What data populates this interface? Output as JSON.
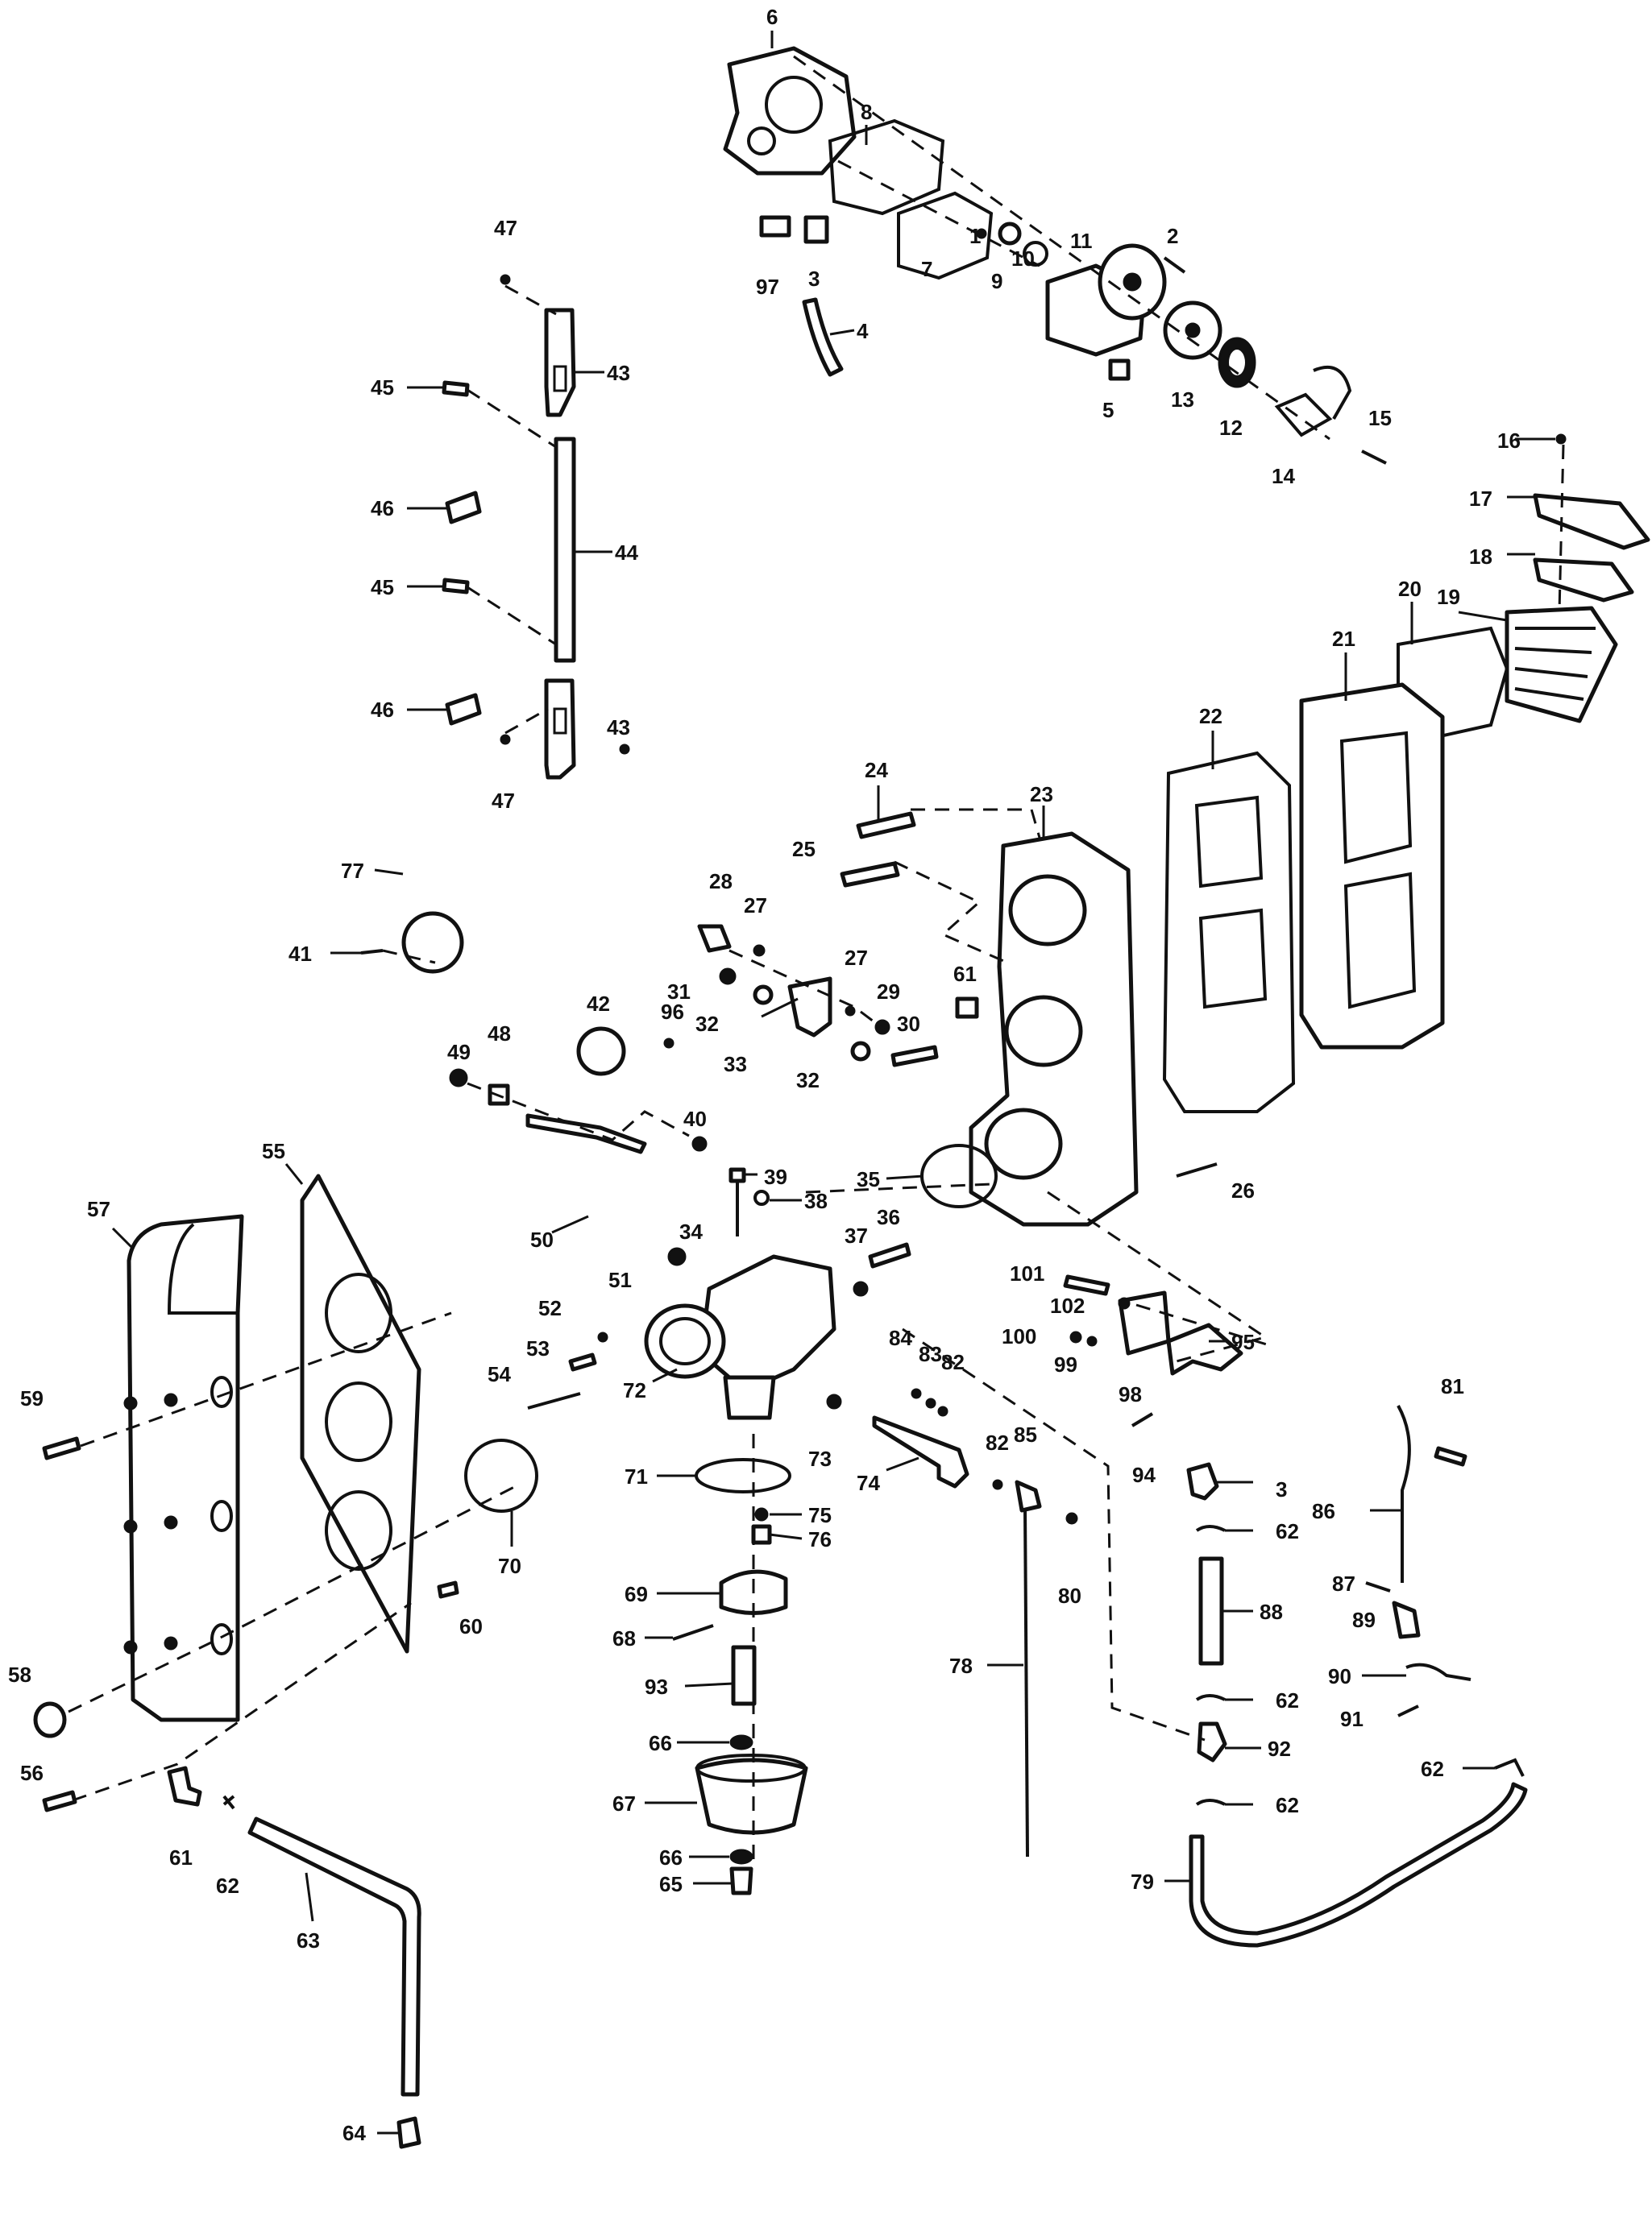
{
  "callouts": [
    {
      "id": "p1",
      "label": "1"
    },
    {
      "id": "p2",
      "label": "2"
    },
    {
      "id": "p3",
      "label": "3"
    },
    {
      "id": "p3b",
      "label": "3"
    },
    {
      "id": "p4",
      "label": "4"
    },
    {
      "id": "p5",
      "label": "5"
    },
    {
      "id": "p6",
      "label": "6"
    },
    {
      "id": "p7",
      "label": "7"
    },
    {
      "id": "p8",
      "label": "8"
    },
    {
      "id": "p9",
      "label": "9"
    },
    {
      "id": "p10",
      "label": "10"
    },
    {
      "id": "p11",
      "label": "11"
    },
    {
      "id": "p12",
      "label": "12"
    },
    {
      "id": "p13",
      "label": "13"
    },
    {
      "id": "p14",
      "label": "14"
    },
    {
      "id": "p15",
      "label": "15"
    },
    {
      "id": "p16",
      "label": "16"
    },
    {
      "id": "p17",
      "label": "17"
    },
    {
      "id": "p18",
      "label": "18"
    },
    {
      "id": "p19",
      "label": "19"
    },
    {
      "id": "p20",
      "label": "20"
    },
    {
      "id": "p21",
      "label": "21"
    },
    {
      "id": "p22",
      "label": "22"
    },
    {
      "id": "p23",
      "label": "23"
    },
    {
      "id": "p24",
      "label": "24"
    },
    {
      "id": "p25",
      "label": "25"
    },
    {
      "id": "p26",
      "label": "26"
    },
    {
      "id": "p27",
      "label": "27"
    },
    {
      "id": "p27b",
      "label": "27"
    },
    {
      "id": "p28",
      "label": "28"
    },
    {
      "id": "p29",
      "label": "29"
    },
    {
      "id": "p30",
      "label": "30"
    },
    {
      "id": "p31",
      "label": "31"
    },
    {
      "id": "p32",
      "label": "32"
    },
    {
      "id": "p32b",
      "label": "32"
    },
    {
      "id": "p33",
      "label": "33"
    },
    {
      "id": "p34",
      "label": "34"
    },
    {
      "id": "p35",
      "label": "35"
    },
    {
      "id": "p36",
      "label": "36"
    },
    {
      "id": "p37",
      "label": "37"
    },
    {
      "id": "p38",
      "label": "38"
    },
    {
      "id": "p39",
      "label": "39"
    },
    {
      "id": "p40",
      "label": "40"
    },
    {
      "id": "p41",
      "label": "41"
    },
    {
      "id": "p42",
      "label": "42"
    },
    {
      "id": "p43",
      "label": "43"
    },
    {
      "id": "p43b",
      "label": "43"
    },
    {
      "id": "p44",
      "label": "44"
    },
    {
      "id": "p45",
      "label": "45"
    },
    {
      "id": "p45b",
      "label": "45"
    },
    {
      "id": "p46",
      "label": "46"
    },
    {
      "id": "p46b",
      "label": "46"
    },
    {
      "id": "p47",
      "label": "47"
    },
    {
      "id": "p47b",
      "label": "47"
    },
    {
      "id": "p48",
      "label": "48"
    },
    {
      "id": "p49",
      "label": "49"
    },
    {
      "id": "p50",
      "label": "50"
    },
    {
      "id": "p51",
      "label": "51"
    },
    {
      "id": "p52",
      "label": "52"
    },
    {
      "id": "p53",
      "label": "53"
    },
    {
      "id": "p54",
      "label": "54"
    },
    {
      "id": "p55",
      "label": "55"
    },
    {
      "id": "p56",
      "label": "56"
    },
    {
      "id": "p57",
      "label": "57"
    },
    {
      "id": "p58",
      "label": "58"
    },
    {
      "id": "p59",
      "label": "59"
    },
    {
      "id": "p60",
      "label": "60"
    },
    {
      "id": "p61",
      "label": "61"
    },
    {
      "id": "p61b",
      "label": "61"
    },
    {
      "id": "p62a",
      "label": "62"
    },
    {
      "id": "p62b",
      "label": "62"
    },
    {
      "id": "p62c",
      "label": "62"
    },
    {
      "id": "p62d",
      "label": "62"
    },
    {
      "id": "p62e",
      "label": "62"
    },
    {
      "id": "p63",
      "label": "63"
    },
    {
      "id": "p64",
      "label": "64"
    },
    {
      "id": "p65",
      "label": "65"
    },
    {
      "id": "p66",
      "label": "66"
    },
    {
      "id": "p66b",
      "label": "66"
    },
    {
      "id": "p67",
      "label": "67"
    },
    {
      "id": "p68",
      "label": "68"
    },
    {
      "id": "p69",
      "label": "69"
    },
    {
      "id": "p70",
      "label": "70"
    },
    {
      "id": "p71",
      "label": "71"
    },
    {
      "id": "p72",
      "label": "72"
    },
    {
      "id": "p73",
      "label": "73"
    },
    {
      "id": "p74",
      "label": "74"
    },
    {
      "id": "p75",
      "label": "75"
    },
    {
      "id": "p76",
      "label": "76"
    },
    {
      "id": "p77",
      "label": "77"
    },
    {
      "id": "p78",
      "label": "78"
    },
    {
      "id": "p79",
      "label": "79"
    },
    {
      "id": "p80",
      "label": "80"
    },
    {
      "id": "p81",
      "label": "81"
    },
    {
      "id": "p82",
      "label": "82"
    },
    {
      "id": "p82b",
      "label": "82"
    },
    {
      "id": "p83",
      "label": "83"
    },
    {
      "id": "p84",
      "label": "84"
    },
    {
      "id": "p85",
      "label": "85"
    },
    {
      "id": "p86",
      "label": "86"
    },
    {
      "id": "p87",
      "label": "87"
    },
    {
      "id": "p88",
      "label": "88"
    },
    {
      "id": "p89",
      "label": "89"
    },
    {
      "id": "p90",
      "label": "90"
    },
    {
      "id": "p91",
      "label": "91"
    },
    {
      "id": "p92",
      "label": "92"
    },
    {
      "id": "p93",
      "label": "93"
    },
    {
      "id": "p94",
      "label": "94"
    },
    {
      "id": "p95",
      "label": "95"
    },
    {
      "id": "p96",
      "label": "96"
    },
    {
      "id": "p97",
      "label": "97"
    },
    {
      "id": "p98",
      "label": "98"
    },
    {
      "id": "p99",
      "label": "99"
    },
    {
      "id": "p100",
      "label": "100"
    },
    {
      "id": "p101",
      "label": "101"
    },
    {
      "id": "p102",
      "label": "102"
    }
  ]
}
